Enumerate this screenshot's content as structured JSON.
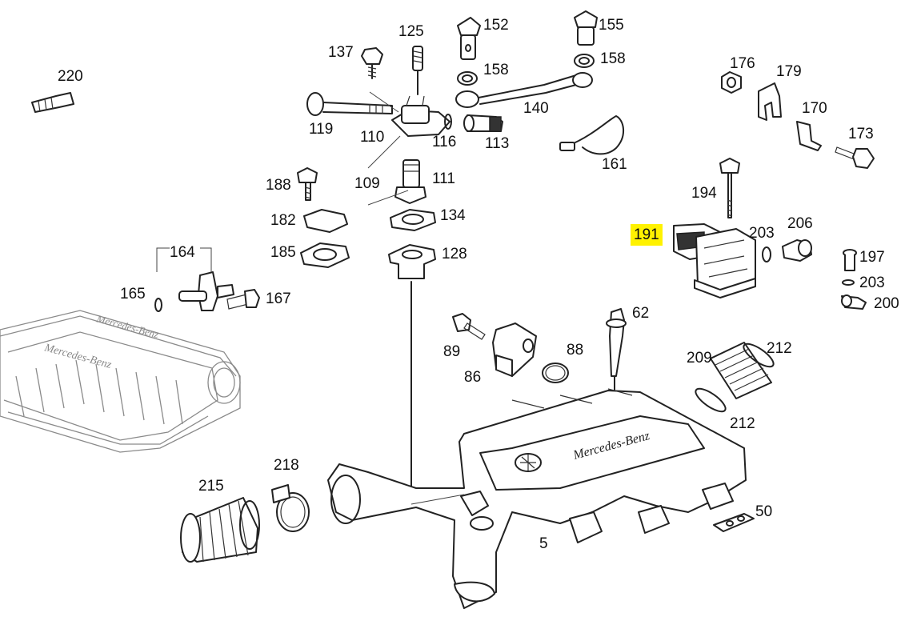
{
  "brand_text_cover": "Mercedes-Benz",
  "brand_text_manifold": "Mercedes-Benz",
  "highlight_color": "#fff200",
  "labels": {
    "l5": "5",
    "l50": "50",
    "l62": "62",
    "l86": "86",
    "l88": "88",
    "l89": "89",
    "l109": "109",
    "l110": "110",
    "l111": "111",
    "l113": "113",
    "l116": "116",
    "l119": "119",
    "l125": "125",
    "l128": "128",
    "l134": "134",
    "l137": "137",
    "l140": "140",
    "l152": "152",
    "l155": "155",
    "l158a": "158",
    "l158b": "158",
    "l161": "161",
    "l164": "164",
    "l165": "165",
    "l167": "167",
    "l170": "170",
    "l173": "173",
    "l176": "176",
    "l179": "179",
    "l182": "182",
    "l185": "185",
    "l188": "188",
    "l191": "191",
    "l194": "194",
    "l197": "197",
    "l200": "200",
    "l203a": "203",
    "l203b": "203",
    "l206": "206",
    "l209": "209",
    "l212a": "212",
    "l212b": "212",
    "l215": "215",
    "l218": "218",
    "l220": "220"
  }
}
